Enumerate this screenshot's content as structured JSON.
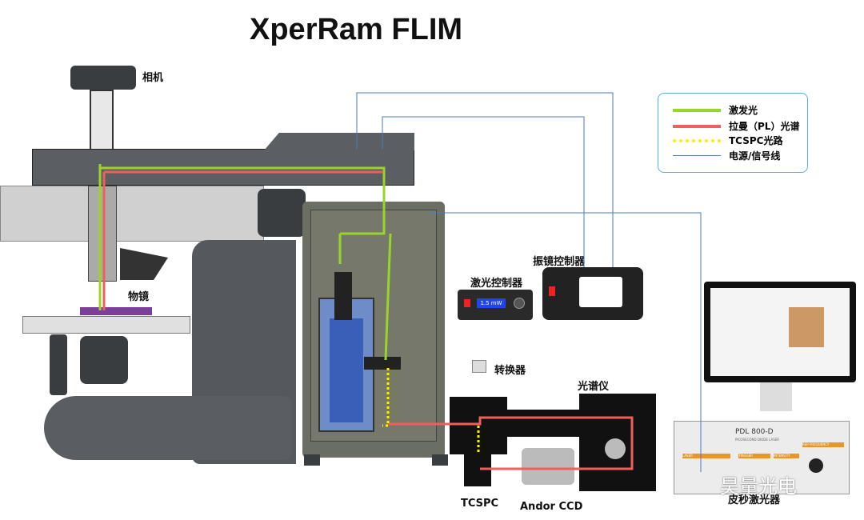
{
  "title": "XperRam FLIM",
  "colors": {
    "excitation": "#9ad42a",
    "raman": "#f0605a",
    "tcspc": "#ffee00",
    "power": "#4a7ac8"
  },
  "legend": {
    "items": [
      {
        "label": "激发光",
        "style": "excitation"
      },
      {
        "label": "拉曼（PL）光谱",
        "style": "raman"
      },
      {
        "label": "TCSPC光路",
        "style": "tcspc"
      },
      {
        "label": "电源/信号线",
        "style": "power"
      }
    ]
  },
  "labels": {
    "camera": "相机",
    "objective": "物镜",
    "laser_controller": "激光控制器",
    "galvo_controller": "振镜控制器",
    "converter": "转换器",
    "spectrometer": "光谱仪",
    "tcspc": "TCSPC",
    "ccd": "Andor CCD",
    "ps_laser": "皮秒激光器"
  },
  "laser_controller_display": "1.5 mW",
  "ps_laser_model": "PDL 800-D",
  "ps_laser_sub": "PICOSECOND DIODE LASER",
  "ps_laser_panels": [
    "LASER",
    "TRIGGER",
    "INTENSITY",
    "REP FREQUENCY"
  ],
  "watermark": "昊量光电"
}
